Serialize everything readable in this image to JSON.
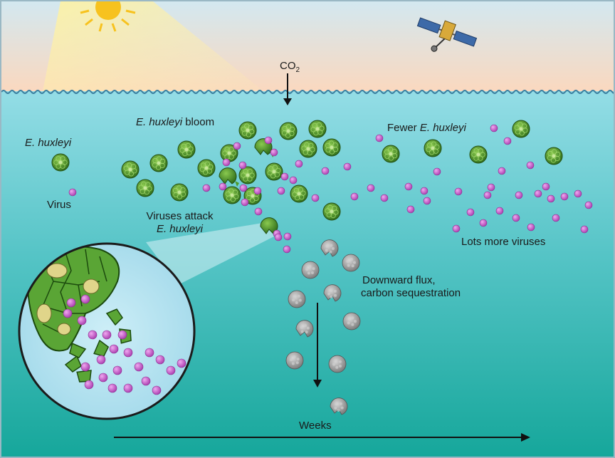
{
  "labels": {
    "co2": "CO",
    "co2_sub": "2",
    "ehuxleyi": "E. huxleyi",
    "virus": "Virus",
    "bloom_species": "E. huxleyi",
    "bloom_word": "bloom",
    "fewer_word": "Fewer",
    "fewer_species": "E. huxleyi",
    "attack_line1": "Viruses attack",
    "attack_line2": "E. huxleyi",
    "lots_more": "Lots more viruses",
    "flux_line1": "Downward flux,",
    "flux_line2": "carbon sequestration",
    "weeks": "Weeks"
  },
  "colors": {
    "sky_top": "#cfe6ef",
    "sky_bottom": "#fbd9bf",
    "ocean_top": "#8fdbe5",
    "ocean_bottom": "#1aa79c",
    "cell_green": "#4f9a2a",
    "virus_magenta": "#c65bc8",
    "particle_gray": "#a9a9a9",
    "sun_yellow": "#f7c21e"
  },
  "icons": [
    "sun-icon",
    "satellite-icon",
    "co2-arrow-icon",
    "flux-arrow-icon",
    "weeks-arrow-icon",
    "magnifier-circle-icon"
  ]
}
